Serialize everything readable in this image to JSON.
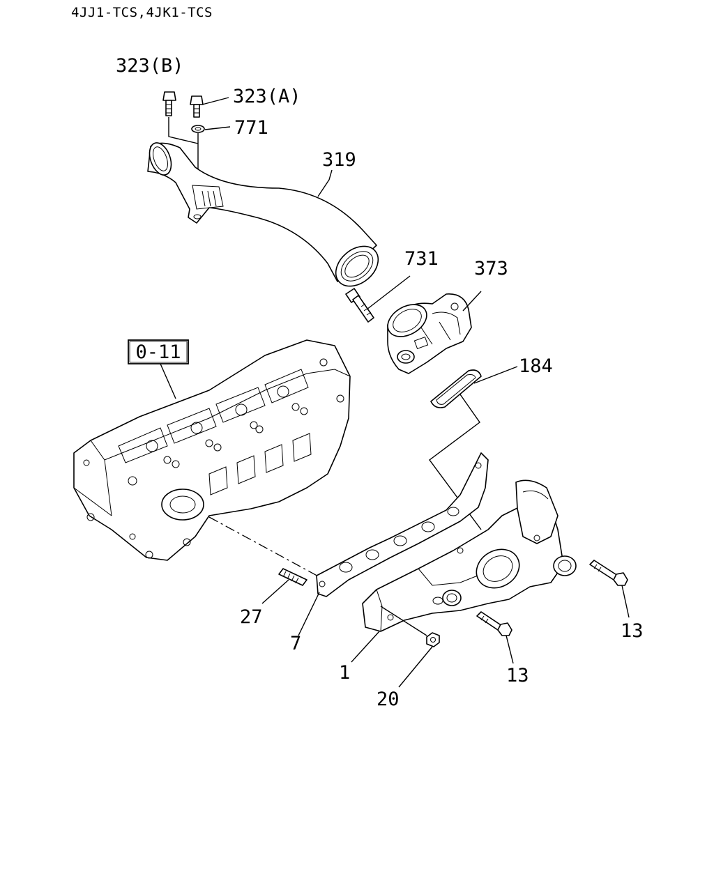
{
  "header": {
    "models": "4JJ1-TCS,4JK1-TCS"
  },
  "reference_box": {
    "label": "0-11"
  },
  "callouts": {
    "c323b": "323(B)",
    "c323a": "323(A)",
    "c771": "771",
    "c319": "319",
    "c731": "731",
    "c373": "373",
    "c184": "184",
    "c27": "27",
    "c7": "7",
    "c1": "1",
    "c20": "20",
    "c13_left": "13",
    "c13_right": "13"
  }
}
